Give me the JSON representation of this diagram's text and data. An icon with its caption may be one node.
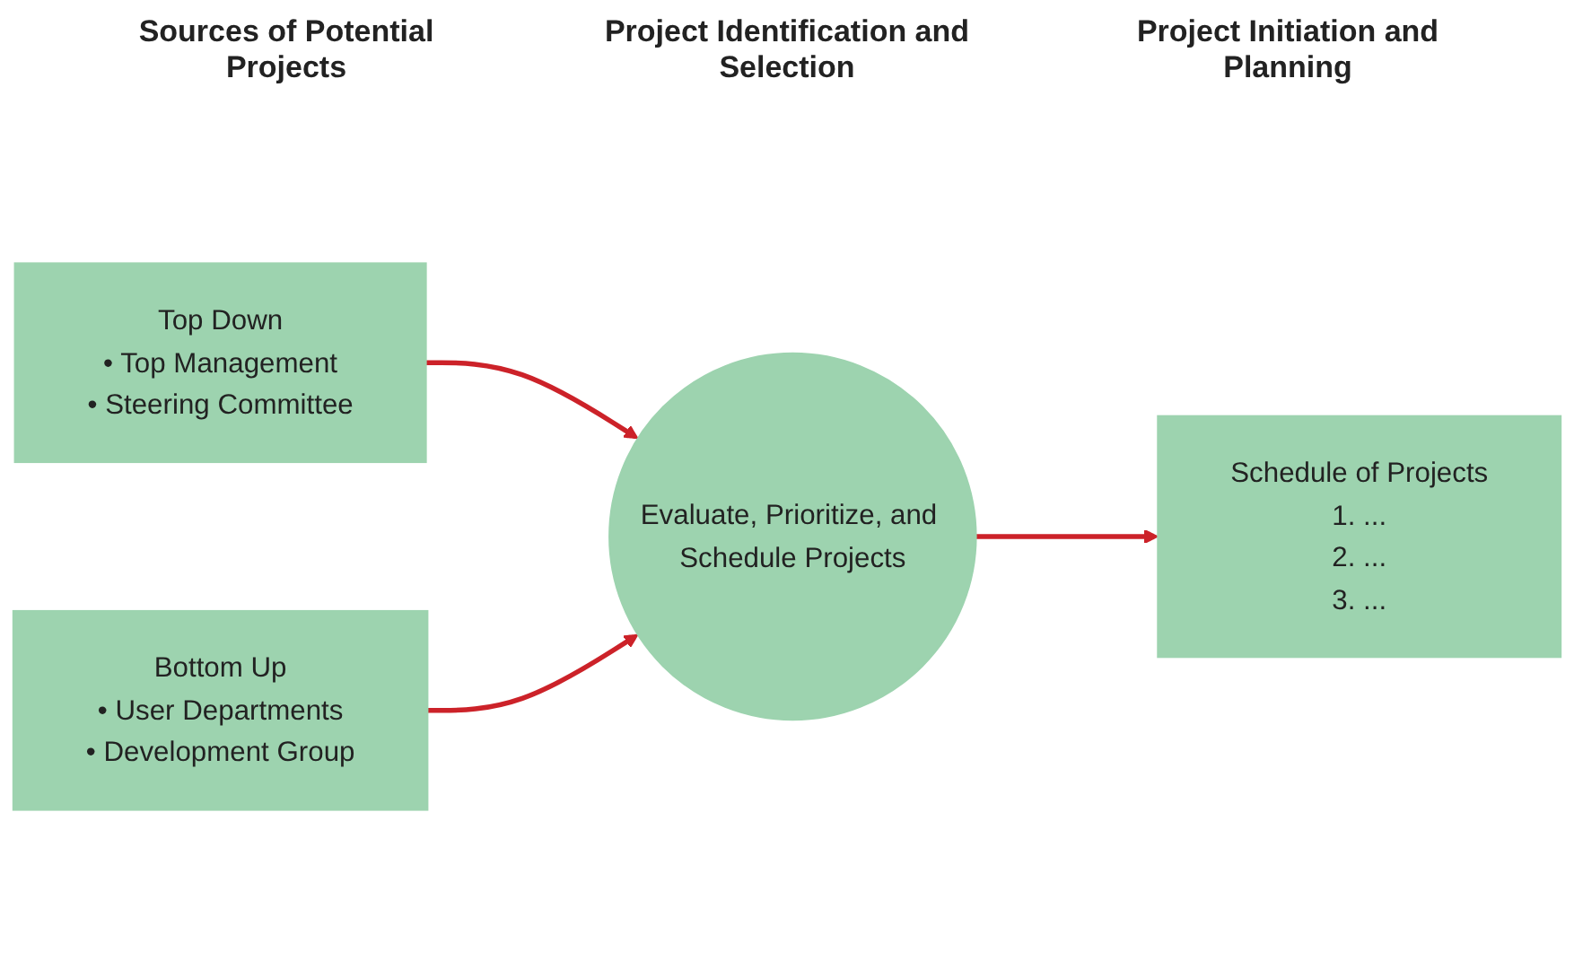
{
  "diagram": {
    "nodes": [
      {
        "text": [
          "Top Down",
          "• Top Management",
          "• Steering Committee"
        ]
      },
      {
        "text": [
          "Evaluate, Prioritize, and Schedule Projects"
        ]
      },
      {
        "text": [
          "Bottom Up",
          "• User Departments",
          "• Development Group"
        ]
      },
      {
        "text": [
          "Schedule of Projects",
          "1. ...",
          "2. ...",
          "3. ..."
        ]
      }
    ],
    "edges": [
      {
        "from": 0,
        "to": 1,
        "arrow": "to"
      },
      {
        "from": 2,
        "to": 1,
        "arrow": "to"
      },
      {
        "from": 1,
        "to": 3,
        "arrow": "to"
      }
    ],
    "labels": [
      "Sources of Potential Projects",
      "Project Identification and Selection",
      "Project Initiation and Planning"
    ]
  }
}
